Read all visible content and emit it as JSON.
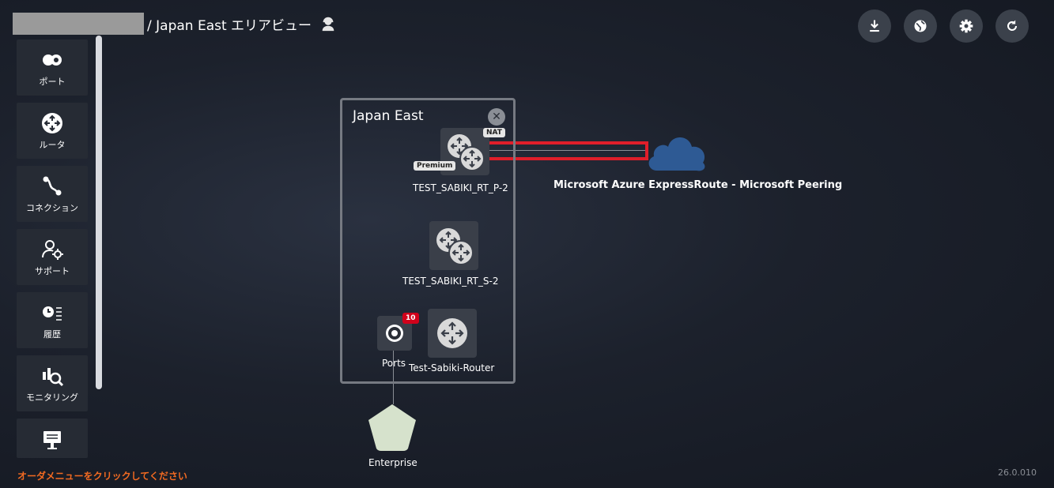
{
  "header": {
    "title": "/ Japan East エリアビュー"
  },
  "toolbar": {
    "buttons": [
      {
        "name": "download",
        "icon": "download-icon"
      },
      {
        "name": "globe",
        "icon": "globe-icon"
      },
      {
        "name": "settings",
        "icon": "gear-icon"
      },
      {
        "name": "refresh",
        "icon": "refresh-icon"
      }
    ]
  },
  "sidebar": {
    "items": [
      {
        "label": "ポート",
        "icon": "port-icon"
      },
      {
        "label": "ルータ",
        "icon": "router-icon"
      },
      {
        "label": "コネクション",
        "icon": "connection-icon"
      },
      {
        "label": "サポート",
        "icon": "support-icon"
      },
      {
        "label": "履歴",
        "icon": "history-icon"
      },
      {
        "label": "モニタリング",
        "icon": "monitoring-icon"
      },
      {
        "label": "",
        "icon": "order-icon"
      }
    ]
  },
  "area": {
    "title": "Japan East",
    "routers": [
      {
        "name": "TEST_SABIKI_RT_P-2",
        "tags": [
          "NAT",
          "Premium"
        ]
      },
      {
        "name": "TEST_SABIKI_RT_S-2"
      },
      {
        "name": "Test-Sabiki-Router"
      }
    ],
    "ports": {
      "label": "Ports",
      "count": "10"
    }
  },
  "cloud": {
    "label": "Microsoft Azure ExpressRoute - Microsoft Peering",
    "color": "#2e5a94"
  },
  "enterprise": {
    "label": "Enterprise",
    "color": "#d6e2cc"
  },
  "footer": {
    "message": "オーダメニューをクリックしてください",
    "version": "26.0.010"
  },
  "colors": {
    "highlight": "#e01e2a",
    "accent": "#f26a21",
    "badge": "#d0021b"
  }
}
